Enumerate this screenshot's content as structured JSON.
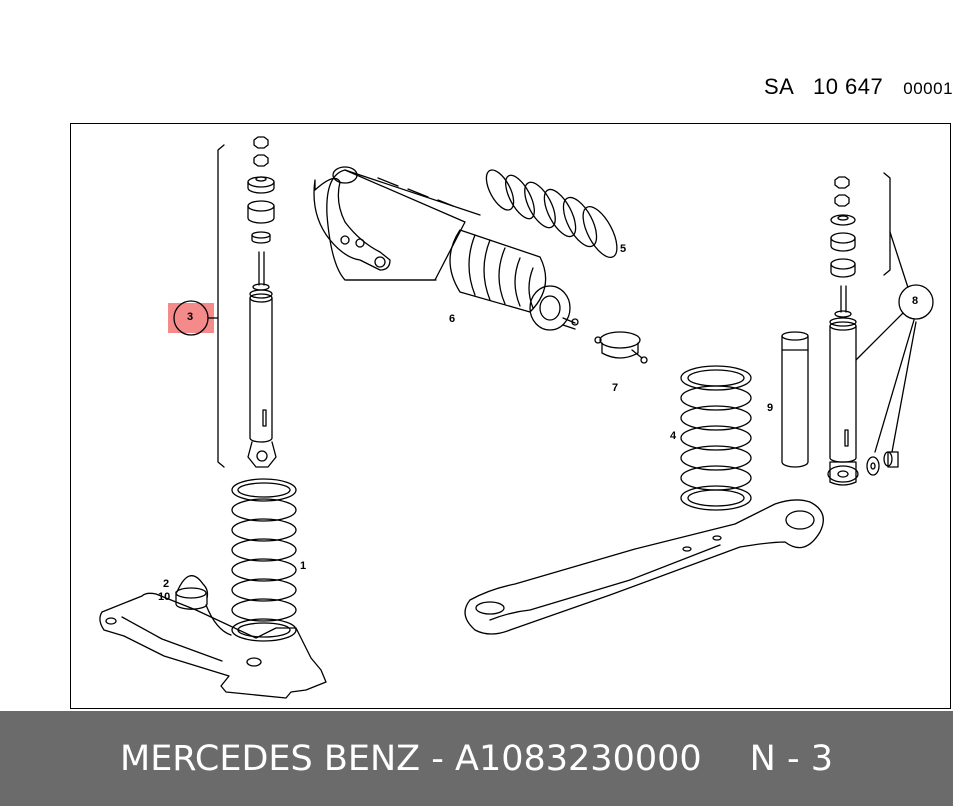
{
  "header": {
    "ref_code": "SA   10 647",
    "sheet": "00001"
  },
  "callouts": {
    "c1": "1",
    "c2": "2",
    "c3": "3",
    "c4": "4",
    "c5": "5",
    "c6": "6",
    "c7": "7",
    "c8": "8",
    "c9": "9",
    "c10": "10"
  },
  "highlight": {
    "part": "3",
    "color": "#f58a8a"
  },
  "footer": {
    "part_label": "MERCEDES BENZ - A1083230000",
    "position_label": "N - 3"
  }
}
